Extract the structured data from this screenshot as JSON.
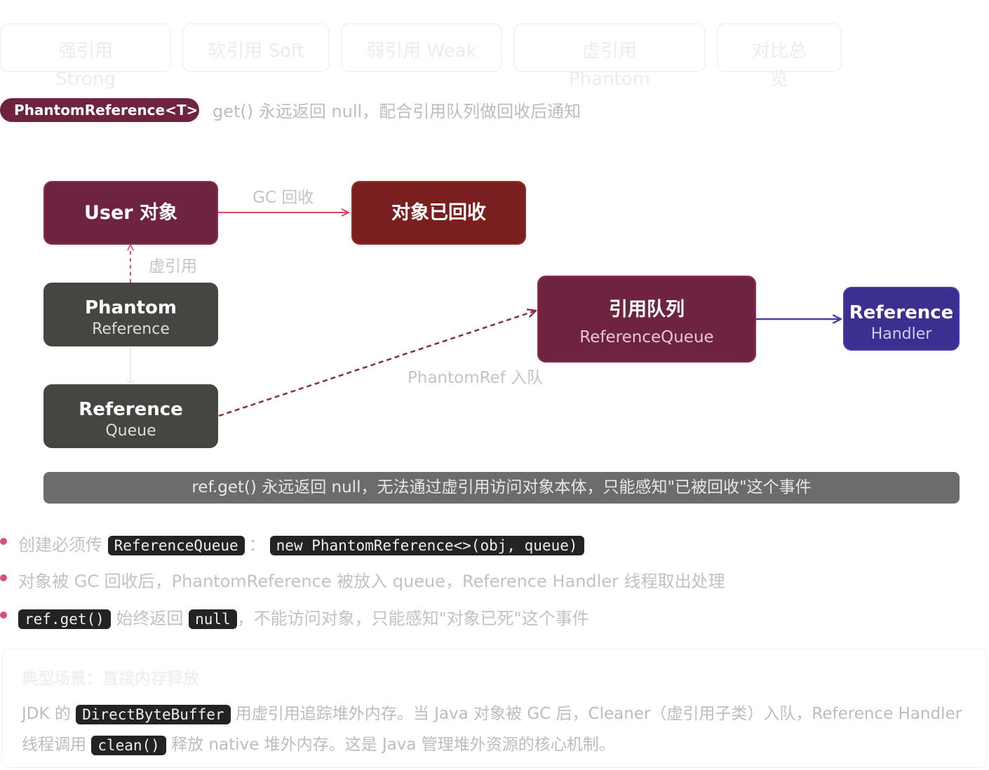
{
  "tabs": [
    {
      "label": "强引用 Strong"
    },
    {
      "label": "软引用 Soft"
    },
    {
      "label": "弱引用 Weak"
    },
    {
      "label": "虚引用 Phantom"
    },
    {
      "label": "对比总览"
    }
  ],
  "header": {
    "type_badge": "PhantomReference<T>",
    "description": "get() 永远返回 null，配合引用队列做回收后通知"
  },
  "diagram": {
    "nodes": {
      "user_object": {
        "title": "User 对象",
        "color": "#6e2341"
      },
      "collected": {
        "title": "对象已回收",
        "color": "#7a1f1f"
      },
      "phantom_ref": {
        "title": "Phantom",
        "subtitle": "Reference",
        "color": "#454542"
      },
      "ref_queue_left": {
        "title": "Reference",
        "subtitle": "Queue",
        "color": "#454542"
      },
      "ref_queue": {
        "title": "引用队列",
        "subtitle": "ReferenceQueue",
        "color": "#6e2341"
      },
      "ref_handler": {
        "title": "Reference",
        "subtitle": "Handler",
        "color": "#3b2f8f"
      }
    },
    "edges": {
      "gc_collect": "GC 回收",
      "phantom_link": "虚引用",
      "enqueue": "PhantomRef 入队"
    },
    "note": "ref.get() 永远返回 null，无法通过虚引用访问对象本体，只能感知\"已被回收\"这个事件"
  },
  "bullets": {
    "b1": {
      "prefix": "创建必须传 ",
      "code1": "ReferenceQueue",
      "mid": "：",
      "code2": "new PhantomReference<>(obj, queue)"
    },
    "b2": {
      "text": "对象被 GC 回收后，PhantomReference 被放入 queue，Reference Handler 线程取出处理"
    },
    "b3": {
      "code1": "ref.get()",
      "mid": " 始终返回 ",
      "code2": "null",
      "suffix": "，不能访问对象，只能感知\"对象已死\"这个事件"
    }
  },
  "scenario": {
    "title": "典型场景：直接内存释放",
    "p1": "JDK 的 ",
    "code1": "DirectByteBuffer",
    "p2": " 用虚引用追踪堆外内存。当 Java 对象被 GC 后，Cleaner（虚引用子类）入队，Reference Handler 线程调用 ",
    "code2": "clean()",
    "p3": " 释放 native 堆外内存。这是 Java 管理堆外资源的核心机制。"
  },
  "colors": {
    "accent": "#6e2341",
    "danger_line": "#d9455f",
    "handler_line": "#4b3aa8",
    "bullet_dot": "#d5537a"
  }
}
